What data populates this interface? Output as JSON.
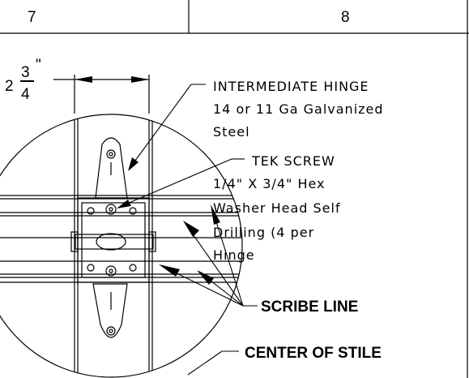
{
  "header": {
    "col_left": "7",
    "col_right": "8"
  },
  "dimension": {
    "whole": "2",
    "numerator": "3",
    "denominator": "4",
    "unit": "\""
  },
  "callouts": {
    "hinge": {
      "line1": "INTERMEDIATE HINGE",
      "line2": "14 or 11 Ga Galvanized",
      "line3": "Steel"
    },
    "screw": {
      "line1": "TEK SCREW",
      "line2": "1/4\" X 3/4\" Hex",
      "line3": "Washer Head Self",
      "line4": "Drilling (4 per",
      "line5": "Hinge"
    },
    "scribe_line": "SCRIBE LINE",
    "center_of_stile": "CENTER OF STILE"
  }
}
